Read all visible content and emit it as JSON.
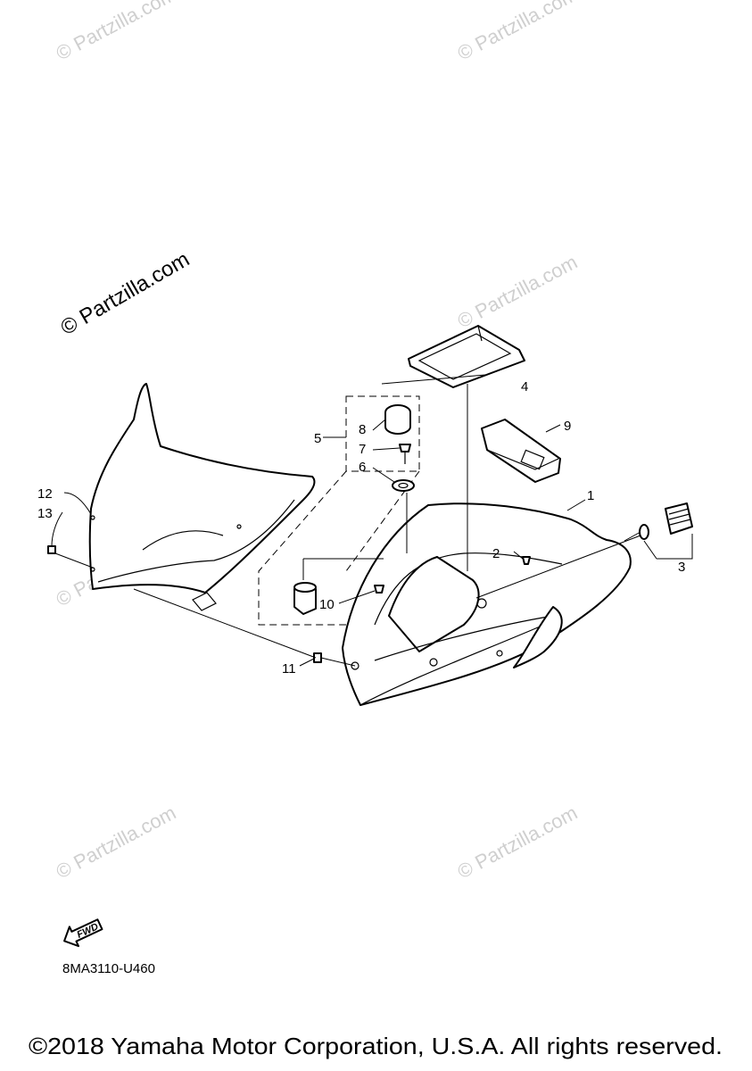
{
  "watermarks": {
    "small": "© Partzilla.com",
    "main": "© Partzilla.com"
  },
  "callouts": [
    "1",
    "2",
    "3",
    "4",
    "5",
    "6",
    "7",
    "8",
    "9",
    "10",
    "11",
    "12",
    "13"
  ],
  "fwd_label": "FWD",
  "diagram_code": "8MA3110-U460",
  "copyright": "©2018 Yamaha Motor Corporation, U.S.A. All rights reserved."
}
